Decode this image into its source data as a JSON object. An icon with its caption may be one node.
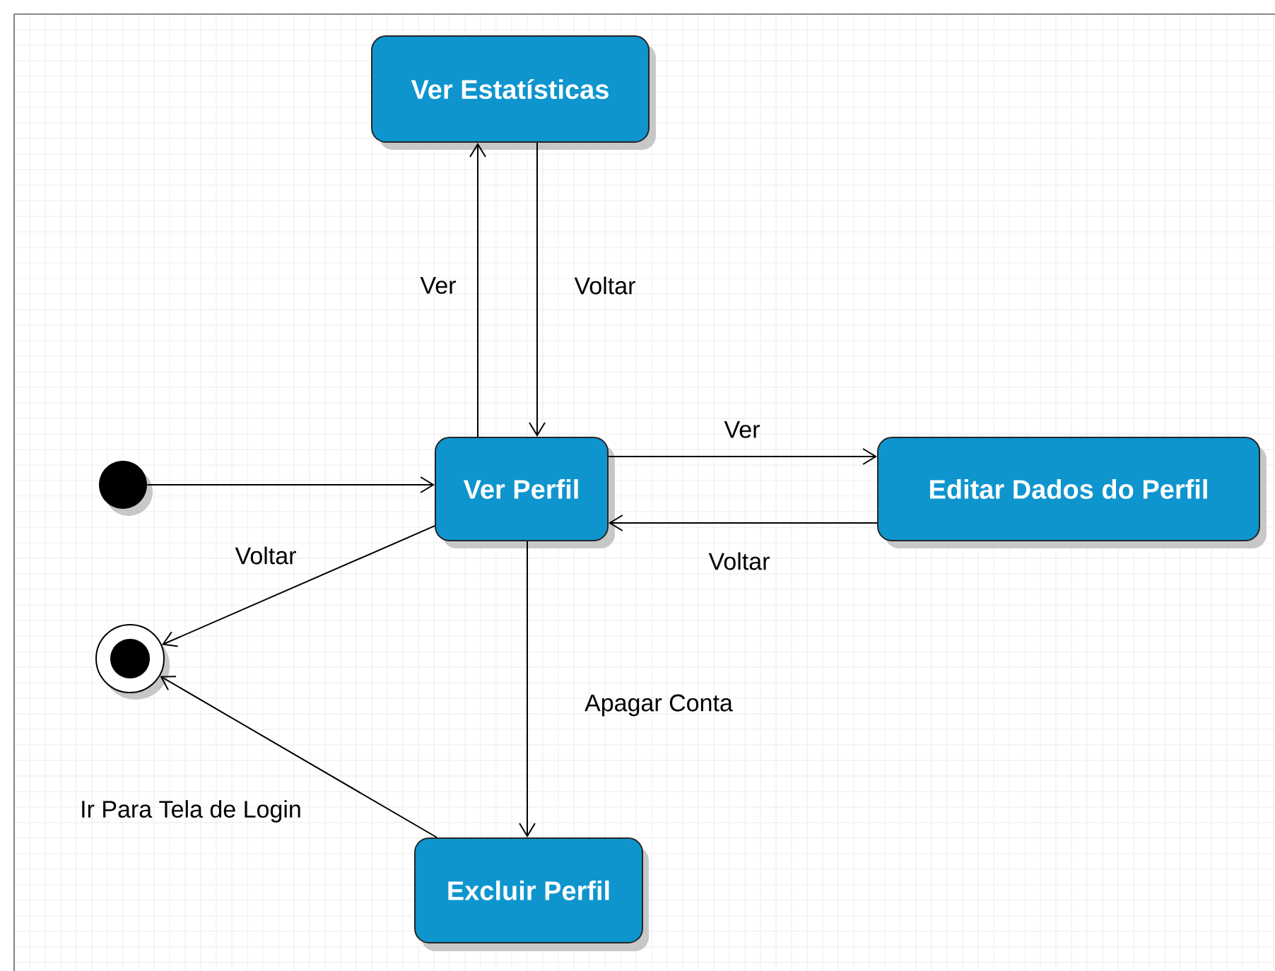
{
  "diagram": {
    "nodes": [
      {
        "text": [
          "Ver Estatísticas"
        ]
      },
      {
        "text": [
          "Ver Perfil"
        ]
      },
      {
        "text": [
          "Editar Dados do Perfil"
        ]
      },
      {
        "text": [
          "Excluir Perfil"
        ]
      },
      {
        "text": [],
        "shape": "circle"
      },
      {
        "text": [],
        "shape": "circle"
      }
    ],
    "edges": [
      {
        "from": 1,
        "to": 0,
        "arrow": "to",
        "label": "Ver"
      },
      {
        "from": 0,
        "to": 1,
        "arrow": "to",
        "label": "Voltar"
      },
      {
        "from": 4,
        "to": 1,
        "arrow": "to"
      },
      {
        "from": 1,
        "to": 2,
        "arrow": "to",
        "label": "Ver"
      },
      {
        "from": 2,
        "to": 1,
        "arrow": "to",
        "label": "Voltar"
      },
      {
        "from": 1,
        "to": 5,
        "arrow": "to",
        "label": "Voltar"
      },
      {
        "from": 1,
        "to": 3,
        "arrow": "to",
        "label": "Apagar Conta"
      },
      {
        "from": 3,
        "to": 5,
        "arrow": "to",
        "label": "Ir Para Tela de Login"
      }
    ]
  }
}
